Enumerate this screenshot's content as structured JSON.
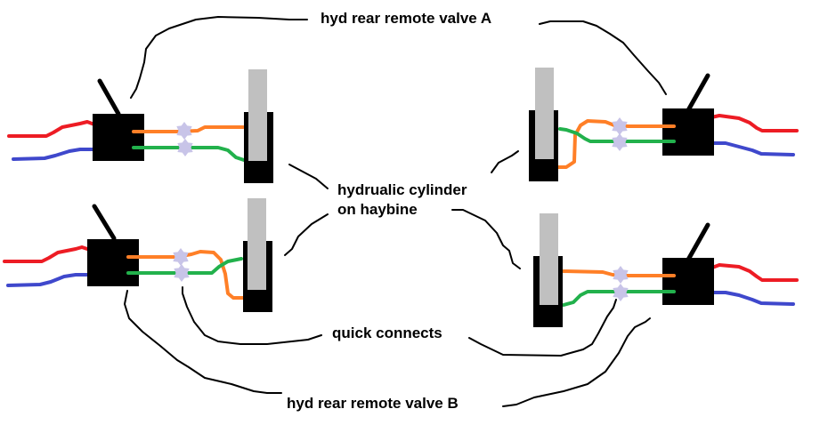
{
  "labels": {
    "valve_a": "hyd rear remote valve A",
    "cylinder_line1": "hydrualic cylinder",
    "cylinder_line2": "on haybine",
    "quick_connects": "quick connects",
    "valve_b": "hyd rear remote valve B"
  },
  "colors": {
    "valve_body": "#000000",
    "cylinder_rod": "#c0c0c0",
    "cylinder_body": "#000000",
    "coupler": "#c8c4e8",
    "wire_red": "#ed1c24",
    "wire_blue": "#3f48cc",
    "wire_orange": "#ff7f27",
    "wire_green": "#22b14c",
    "leader": "#000000"
  },
  "assemblies": [
    {
      "id": "top-left",
      "valve": "A",
      "side": "left"
    },
    {
      "id": "bottom-left",
      "valve": "B",
      "side": "left"
    },
    {
      "id": "top-right",
      "valve": "A",
      "side": "right"
    },
    {
      "id": "bottom-right",
      "valve": "B",
      "side": "right"
    }
  ]
}
